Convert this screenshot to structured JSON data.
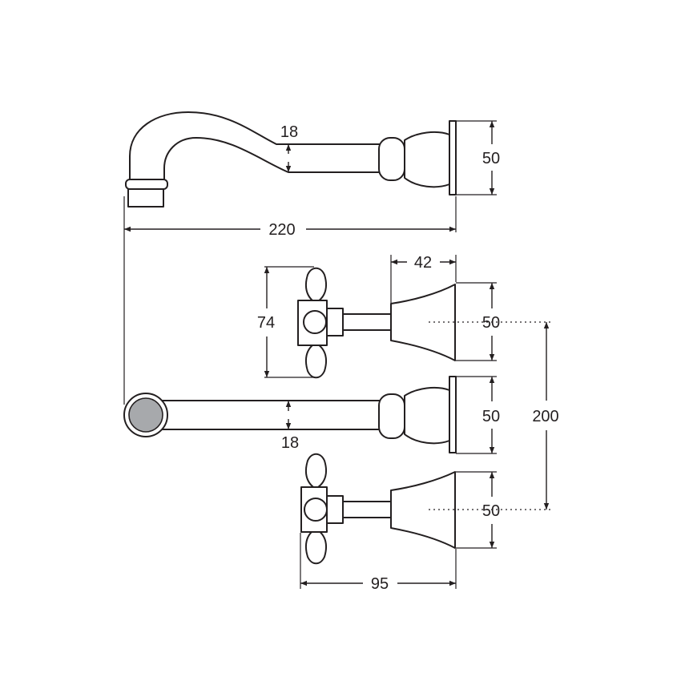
{
  "drawing": {
    "colors": {
      "line": "#231f20",
      "outlet_fill": "#a7a9ac",
      "background": "#ffffff"
    },
    "dimensions": {
      "spout_pipe_dia_top": "18",
      "flange_top": "50",
      "spout_length": "220",
      "flange_depth": "42",
      "handle_height": "74",
      "flange_upper_tap": "50",
      "flange_spout_plan": "50",
      "tap_centres": "200",
      "spout_pipe_dia_plan": "18",
      "flange_lower_tap": "50",
      "tap_projection": "95"
    }
  }
}
